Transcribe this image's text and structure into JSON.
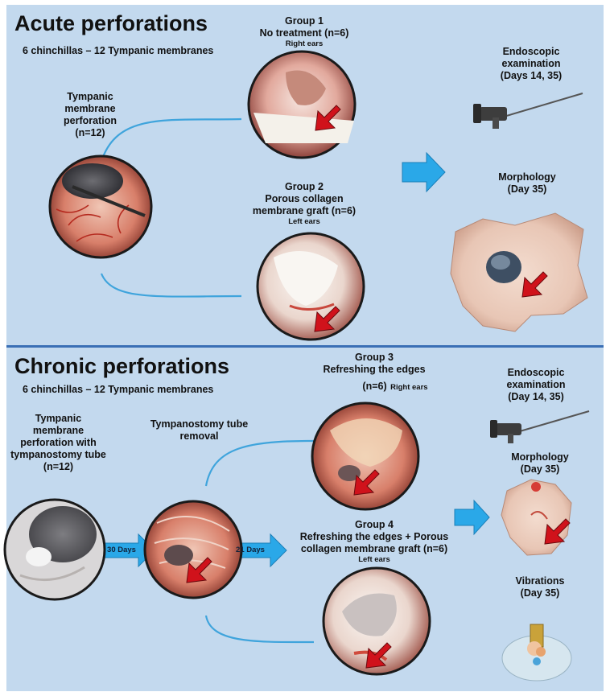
{
  "acute": {
    "title": "Acute perforations",
    "subtitle": "6 chinchillas – 12 Tympanic membranes",
    "perforation_label": [
      "Tympanic",
      "membrane",
      "perforation",
      "(n=12)"
    ],
    "group1": {
      "title": "Group 1",
      "desc": "No treatment (n=6)",
      "ears": "Right ears"
    },
    "group2": {
      "title": "Group 2",
      "desc1": "Porous collagen",
      "desc2": "membrane graft (n=6)",
      "ears": "Left ears"
    },
    "endoscopic": [
      "Endoscopic",
      "examination",
      "(Days 14, 35)"
    ],
    "morphology": [
      "Morphology",
      "(Day 35)"
    ]
  },
  "chronic": {
    "title": "Chronic perforations",
    "subtitle": "6 chinchillas – 12 Tympanic membranes",
    "perforation_label": [
      "Tympanic",
      "membrane",
      "perforation with",
      "tympanostomy tube",
      "(n=12)"
    ],
    "tube_removal": [
      "Tympanostomy tube",
      "removal"
    ],
    "arrow1": "30  Days",
    "arrow2": "21  Days",
    "group3": {
      "title": "Group 3",
      "desc": "Refreshing the edges",
      "n": "(n=6)",
      "ears": "Right ears"
    },
    "group4": {
      "title": "Group 4",
      "desc1": "Refreshing the edges + Porous",
      "desc2": "collagen membrane graft (n=6)",
      "ears": "Left ears"
    },
    "endoscopic": [
      "Endoscopic",
      "examination",
      "(Day 14, 35)"
    ],
    "morphology": [
      "Morphology",
      "(Day 35)"
    ],
    "vibrations": [
      "Vibrations",
      "(Day 35)"
    ]
  },
  "colors": {
    "panel": "#c3d9ee",
    "divider": "#3a6fb5",
    "arrow": "#2aa8e8",
    "connector": "#3fa4dc",
    "pointer": "#d0121b"
  }
}
